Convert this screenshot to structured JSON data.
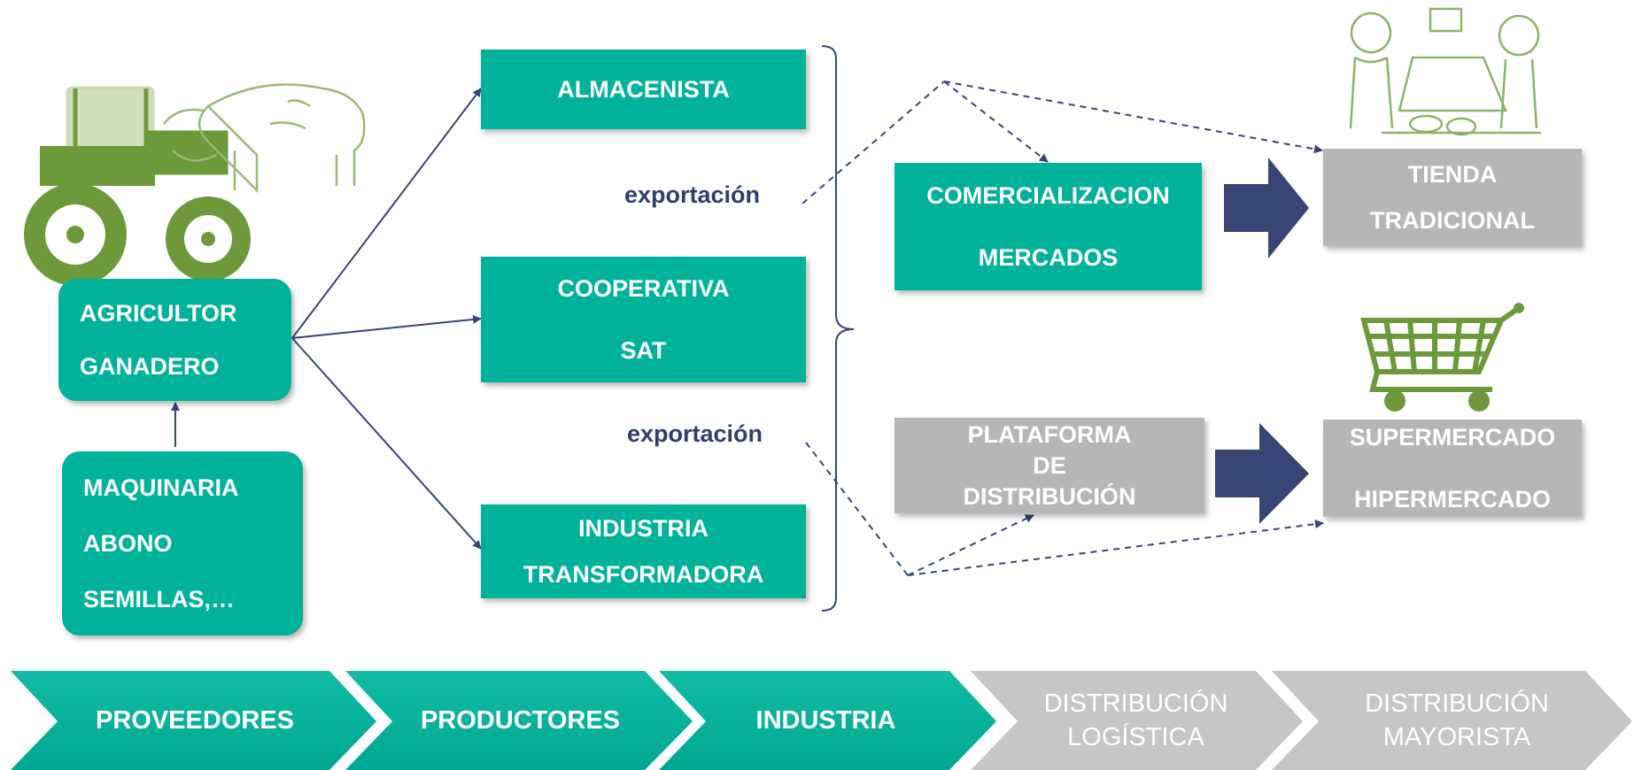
{
  "supplier_box": [
    "MAQUINARIA",
    "ABONO",
    "SEMILLAS,…"
  ],
  "farmer_box": [
    "AGRICULTOR",
    "GANADERO"
  ],
  "producers": {
    "almacenista": [
      "ALMACENISTA"
    ],
    "cooperativa": [
      "COOPERATIVA",
      "SAT"
    ],
    "industria": [
      "INDUSTRIA",
      "TRANSFORMADORA"
    ]
  },
  "export_labels": [
    "exportación",
    "exportación"
  ],
  "comercializacion": [
    "COMERCIALIZACION",
    "MERCADOS"
  ],
  "plataforma": [
    "PLATAFORMA",
    "DE",
    "DISTRIBUCIÓN"
  ],
  "tienda": [
    "TIENDA",
    "TRADICIONAL"
  ],
  "supermercado": [
    "SUPERMERCADO",
    "HIPERMERCADO"
  ],
  "chevrons": [
    {
      "lines": [
        "PROVEEDORES"
      ],
      "state": "active"
    },
    {
      "lines": [
        "PRODUCTORES"
      ],
      "state": "active"
    },
    {
      "lines": [
        "INDUSTRIA"
      ],
      "state": "active"
    },
    {
      "lines": [
        "DISTRIBUCIÓN",
        "LOGÍSTICA"
      ],
      "state": "inactive"
    },
    {
      "lines": [
        "DISTRIBUCIÓN",
        "MAYORISTA"
      ],
      "state": "inactive"
    }
  ],
  "colors": {
    "teal": "#00b29a",
    "grey": "#b6b6b6",
    "navy": "#364574",
    "illustration_green": "#6c9a3a"
  },
  "icons": [
    "tractor-icon",
    "cows-icon",
    "shopkeepers-icon",
    "shopping-cart-icon",
    "right-arrow-icon"
  ]
}
